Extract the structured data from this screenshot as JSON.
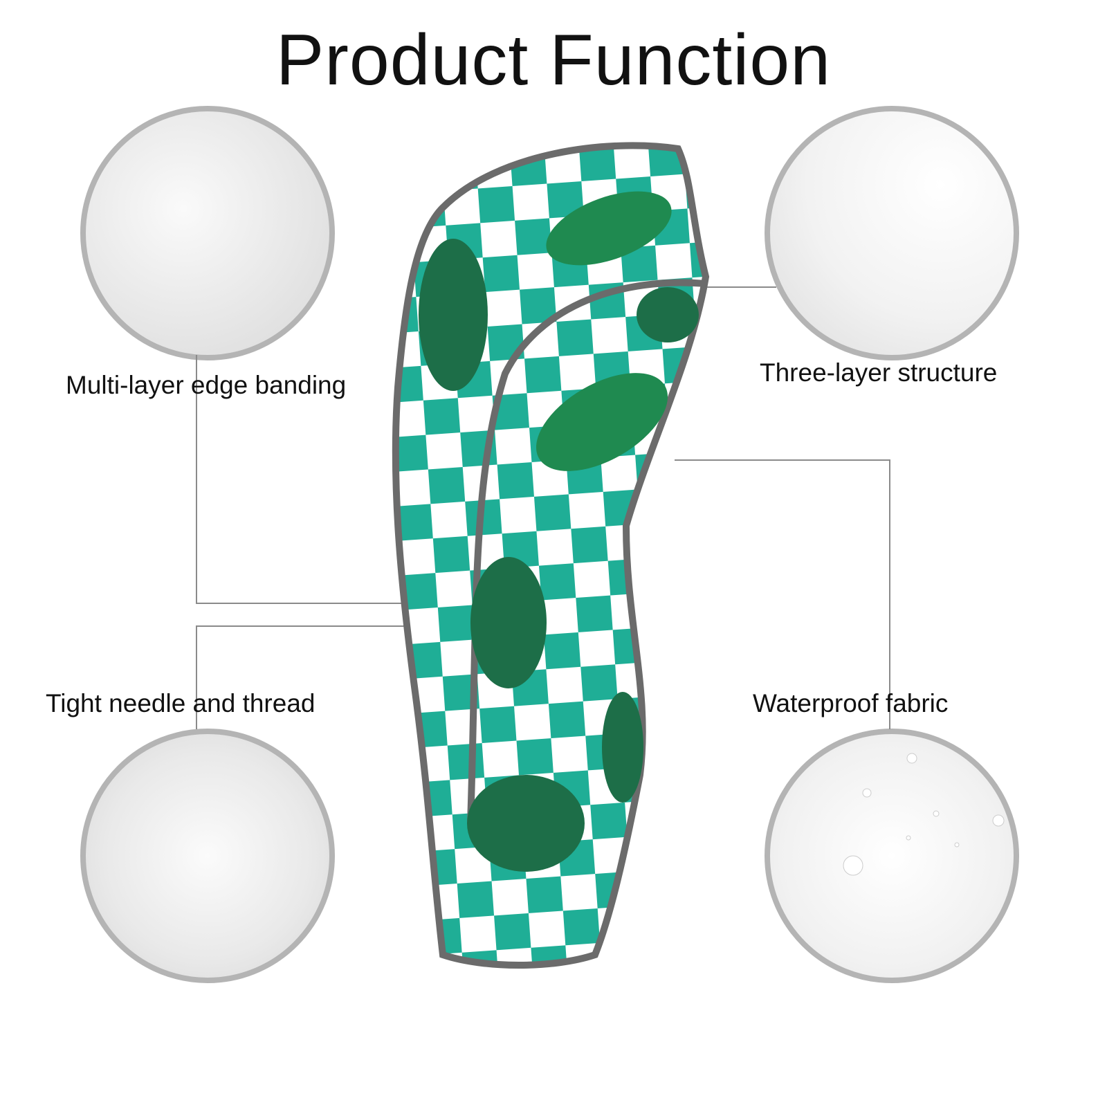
{
  "title": "Product Function",
  "features": [
    {
      "label": "Multi-layer edge banding"
    },
    {
      "label": "Three-layer structure"
    },
    {
      "label": "Tight needle and thread"
    },
    {
      "label": "Waterproof fabric"
    }
  ],
  "colors": {
    "teal": "#1fae96",
    "leaf": "#1f7a4a",
    "edge": "#6b6b6b",
    "circle_border": "#b4b4b4"
  }
}
